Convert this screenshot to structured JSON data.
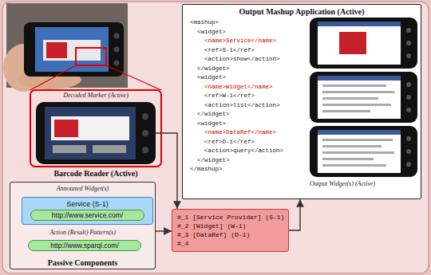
{
  "diagram": {
    "nodes": [
      {
        "text": [
          "Output Mashup Application (Active)"
        ]
      },
      {
        "text": [
          "Barcode Reader (Active)"
        ]
      },
      {
        "text": [
          "Passive Components"
        ]
      },
      {
        "text": [
          "Service (S-1)"
        ],
        "in": 2
      },
      {
        "text": [
          "http://www.service.com/"
        ],
        "in": 3
      },
      {
        "text": [
          "http://www.sparql.com/"
        ],
        "in": 2
      },
      {
        "text": [
          "#_1 [Service Provider] (S-1)",
          "#_2 [Widget] (W-1)",
          "#_3 [DataRef] (D-1)",
          "#_4"
        ]
      }
    ],
    "edges": [
      {
        "from": 1,
        "to": 6,
        "arrow": "to"
      },
      {
        "from": 2,
        "to": 6,
        "arrow": "to"
      },
      {
        "from": 6,
        "to": 0,
        "arrow": "to"
      }
    ],
    "labels": [
      "Decoded Marker (Active)",
      "Annotated Widget(s)",
      "Action (Result) Pattern(s)",
      "Output Widget(s) (Active)",
      "<mashup>",
      "  <widget>",
      "    <name>Service</name>",
      "    <ref>S-1</ref>",
      "    <action>show</action>",
      "  </widget>",
      "  <widget>",
      "    <name>Widget</name>",
      "    <ref>W-1</ref>",
      "    <action>list</action>",
      "  </widget>",
      "  <widget>",
      "    <name>DataRef</name>",
      "    <ref>D-1</ref>",
      "    <action>query</action>",
      "  </widget>",
      "</mashup>"
    ]
  }
}
